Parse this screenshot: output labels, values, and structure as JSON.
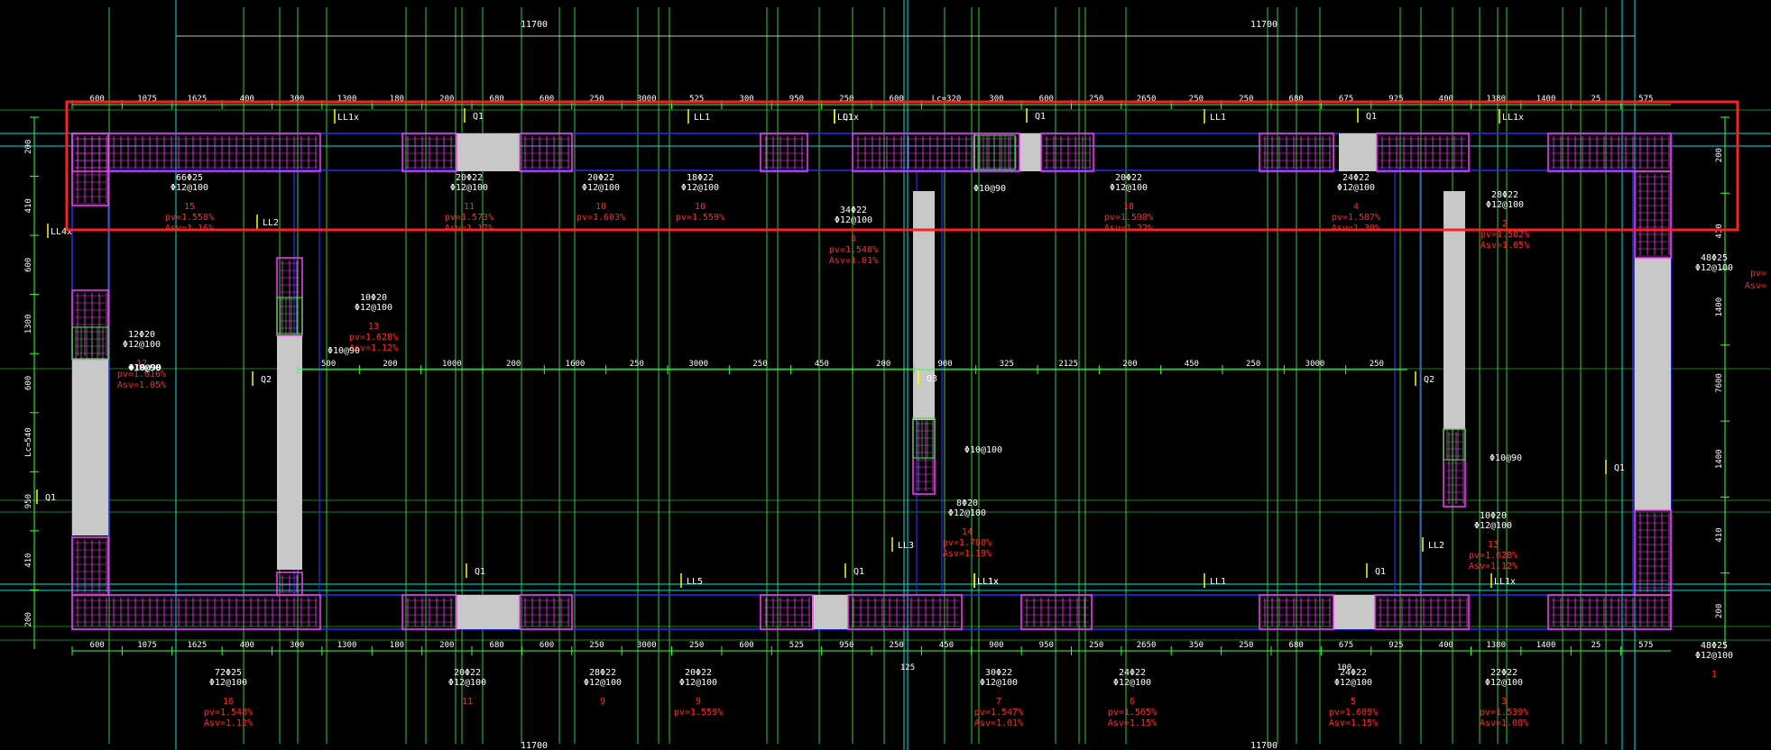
{
  "colors": {
    "background": "#000000",
    "dim_line": "#3cff3c",
    "axis_line": "#00e5e5",
    "wall_outline": "#2b2bff",
    "rebar_cage": "#ff3cff",
    "text_white": "#ffffff",
    "text_red": "#ff2a2a",
    "hatch_grey": "#c8c8c8",
    "beam_label": "#ffff00",
    "highlight_box": "#ff2020"
  },
  "overall_dims": {
    "left": "11700",
    "right": "11700"
  },
  "top_dims": [
    "600",
    "1075",
    "1625",
    "400",
    "300",
    "1300",
    "180",
    "200",
    "680",
    "600",
    "250",
    "3000",
    "525",
    "300",
    "950",
    "250",
    "600",
    "Lc=320",
    "300",
    "600",
    "250",
    "2650",
    "250",
    "250",
    "680",
    "675",
    "925",
    "400",
    "1380",
    "1400",
    "25",
    "575"
  ],
  "bottom_dims": [
    "600",
    "1075",
    "1625",
    "400",
    "300",
    "1300",
    "180",
    "200",
    "680",
    "600",
    "250",
    "3000",
    "250",
    "600",
    "525",
    "950",
    "250",
    "450",
    "900",
    "950",
    "250",
    "2650",
    "350",
    "250",
    "680",
    "675",
    "925",
    "400",
    "1380",
    "1400",
    "25",
    "575"
  ],
  "bottom_dim_extra": {
    "a": "125",
    "b": "100"
  },
  "bottom_overall": {
    "left": "11700",
    "right": "11700"
  },
  "left_dims": [
    "200",
    "410",
    "600",
    "1300",
    "600",
    "Lc=540",
    "950",
    "410",
    "200"
  ],
  "right_dims": [
    "200",
    "410",
    "1400",
    "7600",
    "1400",
    "410",
    "200"
  ],
  "mid_row_dims": [
    "500",
    "200",
    "1000",
    "200",
    "1600",
    "250",
    "3000",
    "250",
    "450",
    "200",
    "900",
    "325",
    "2125",
    "200",
    "450",
    "250",
    "3000",
    "250"
  ],
  "beam_labels": [
    "LL1x",
    "Q1",
    "LL1",
    "LL1x",
    "Q1",
    "LL1",
    "Q1",
    "LL1x",
    "LL4x",
    "LL2",
    "Q2",
    "Q3",
    "LL3",
    "LL1x",
    "Q1",
    "LL5",
    "Q1",
    "LL1x",
    "LL1",
    "Q1",
    "LL2",
    "LL1x",
    "Q2",
    "Q1",
    "Q1",
    "Q1"
  ],
  "column_notes": [
    {
      "rebar": "66Φ25",
      "stirrup": "Φ12@100",
      "id": "15",
      "pv": "pv=1.558%",
      "asv": "Asv=1.16%"
    },
    {
      "rebar": "20Φ22",
      "stirrup": "Φ12@100",
      "id": "11",
      "pv": "pv=1.573%",
      "asv": "Asv=1.17%"
    },
    {
      "rebar": "20Φ22",
      "stirrup": "Φ12@100",
      "id": "10",
      "pv": "pv=1.603%",
      "asv": ""
    },
    {
      "rebar": "18Φ22",
      "stirrup": "Φ12@100",
      "id": "10",
      "pv": "pv=1.559%",
      "asv": ""
    },
    {
      "rebar": "34Φ22",
      "stirrup": "Φ12@100",
      "id": "8",
      "pv": "pv=1.548%",
      "asv": "Asv=1.01%"
    },
    {
      "rebar": "20Φ22",
      "stirrup": "Φ12@100",
      "id": "18",
      "pv": "pv=1.598%",
      "asv": "Asv=1.22%"
    },
    {
      "rebar": "24Φ22",
      "stirrup": "Φ12@100",
      "id": "4",
      "pv": "pv=1.587%",
      "asv": "Asv=1.30%"
    },
    {
      "rebar": "28Φ22",
      "stirrup": "Φ12@100",
      "id": "2",
      "pv": "pv=1.582%",
      "asv": "Asv=1.05%"
    },
    {
      "rebar": "48Φ25",
      "stirrup": "Φ12@100",
      "id": "",
      "pv": "",
      "asv": ""
    },
    {
      "rebar": "12Φ20",
      "stirrup": "Φ12@100",
      "id": "12",
      "pv": "pv=1.616%",
      "asv": "Asv=1.05%"
    },
    {
      "rebar": "10Φ20",
      "stirrup": "Φ12@100",
      "id": "13",
      "pv": "pv=1.628%",
      "asv": "Asv=1.12%"
    },
    {
      "rebar": "8Φ20",
      "stirrup": "Φ12@100",
      "id": "14",
      "pv": "pv=1.780%",
      "asv": "Asv=1.19%"
    },
    {
      "rebar": "10Φ20",
      "stirrup": "Φ12@100",
      "id": "13",
      "pv": "pv=1.628%",
      "asv": "Asv=1.12%"
    },
    {
      "rebar": "72Φ25",
      "stirrup": "Φ12@100",
      "id": "16",
      "pv": "pv=1.548%",
      "asv": "Asv=1.12%"
    },
    {
      "rebar": "20Φ22",
      "stirrup": "Φ12@100",
      "id": "11",
      "pv": "",
      "asv": ""
    },
    {
      "rebar": "28Φ22",
      "stirrup": "Φ12@100",
      "id": "9",
      "pv": "",
      "asv": ""
    },
    {
      "rebar": "20Φ22",
      "stirrup": "Φ12@100",
      "id": "9",
      "pv": "pv=1.559%",
      "asv": ""
    },
    {
      "rebar": "30Φ22",
      "stirrup": "Φ12@100",
      "id": "7",
      "pv": "pv=1.547%",
      "asv": "Asv=1.01%"
    },
    {
      "rebar": "24Φ22",
      "stirrup": "Φ12@100",
      "id": "6",
      "pv": "pv=1.565%",
      "asv": "Asv=1.15%"
    },
    {
      "rebar": "24Φ22",
      "stirrup": "Φ12@100",
      "id": "5",
      "pv": "pv=1.609%",
      "asv": "Asv=1.15%"
    },
    {
      "rebar": "22Φ22",
      "stirrup": "Φ12@100",
      "id": "3",
      "pv": "pv=1.539%",
      "asv": "Asv=1.08%"
    },
    {
      "rebar": "48Φ25",
      "stirrup": "Φ12@100",
      "id": "1",
      "pv": "",
      "asv": ""
    }
  ],
  "tie_notes": [
    "Φ10@90",
    "Φ10@90",
    "Φ10@90",
    "Φ10@100",
    "Φ10@90",
    "Φ10@90"
  ],
  "edge_notes": {
    "right_pv": "pv=",
    "right_asv": "Asv="
  }
}
